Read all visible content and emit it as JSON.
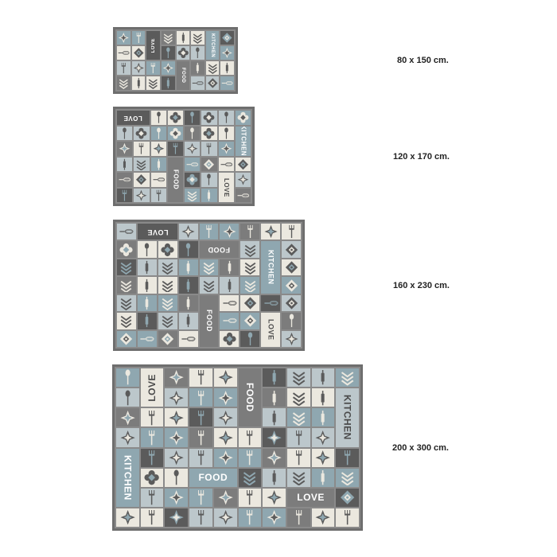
{
  "rugs": [
    {
      "size_label": "80 x 150 cm."
    },
    {
      "size_label": "120 x 170 cm."
    },
    {
      "size_label": "160 x 230 cm."
    },
    {
      "size_label": "200 x 300 cm."
    }
  ],
  "pattern_words": {
    "love": "LOVE",
    "food": "FOOD",
    "kitchen": "KITCHEN"
  },
  "colors": {
    "cream": "#ebe8df",
    "blue": "#8fa7b0",
    "dark": "#5b5b5b",
    "mid_gray": "#7c7c7c",
    "light_blue": "#bcc7cb",
    "border": "#6e6e6e"
  },
  "tile_motifs": [
    "flower-icon",
    "star-icon",
    "chevron-icon",
    "whisk-icon",
    "spoon-icon",
    "fork-icon",
    "rolling-pin-icon",
    "diamond-icon"
  ]
}
